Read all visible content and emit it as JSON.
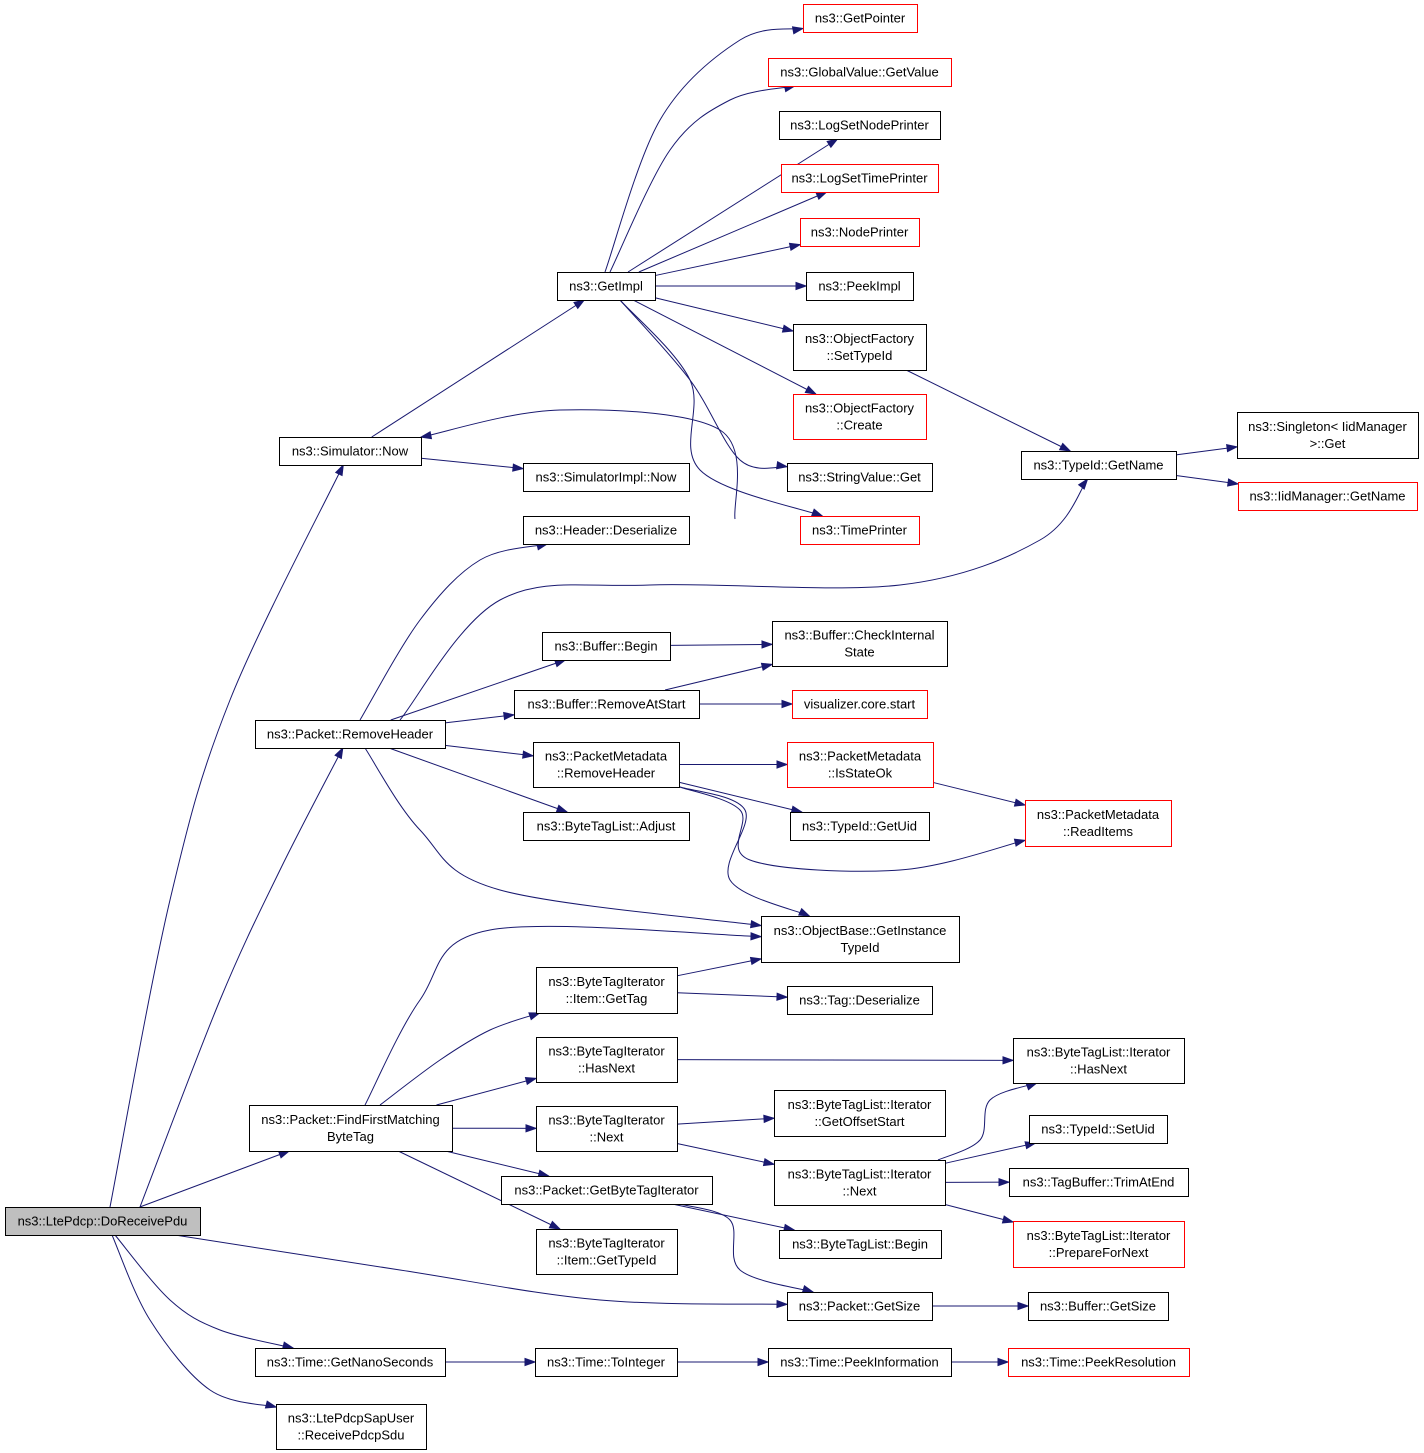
{
  "nodes": [
    {
      "id": "root",
      "lines": [
        "ns3::LtePdcp::DoReceivePdu"
      ],
      "style": "root"
    },
    {
      "id": "sim_now",
      "lines": [
        "ns3::Simulator::Now"
      ],
      "style": "black"
    },
    {
      "id": "pkt_removeheader",
      "lines": [
        "ns3::Packet::RemoveHeader"
      ],
      "style": "black"
    },
    {
      "id": "pkt_findfirst",
      "lines": [
        "ns3::Packet::FindFirstMatching",
        "ByteTag"
      ],
      "style": "black"
    },
    {
      "id": "time_getnano",
      "lines": [
        "ns3::Time::GetNanoSeconds"
      ],
      "style": "black"
    },
    {
      "id": "sapuser_receive",
      "lines": [
        "ns3::LtePdcpSapUser",
        "::ReceivePdcpSdu"
      ],
      "style": "black"
    },
    {
      "id": "getimpl",
      "lines": [
        "ns3::GetImpl"
      ],
      "style": "black"
    },
    {
      "id": "simimpl_now",
      "lines": [
        "ns3::SimulatorImpl::Now"
      ],
      "style": "black"
    },
    {
      "id": "header_deser",
      "lines": [
        "ns3::Header::Deserialize"
      ],
      "style": "black"
    },
    {
      "id": "buffer_begin",
      "lines": [
        "ns3::Buffer::Begin"
      ],
      "style": "black"
    },
    {
      "id": "buffer_removeatstart",
      "lines": [
        "ns3::Buffer::RemoveAtStart"
      ],
      "style": "black"
    },
    {
      "id": "pm_removeheader",
      "lines": [
        "ns3::PacketMetadata",
        "::RemoveHeader"
      ],
      "style": "black"
    },
    {
      "id": "btl_adjust",
      "lines": [
        "ns3::ByteTagList::Adjust"
      ],
      "style": "black"
    },
    {
      "id": "bti_gettag",
      "lines": [
        "ns3::ByteTagIterator",
        "::Item::GetTag"
      ],
      "style": "black"
    },
    {
      "id": "bti_hasnext",
      "lines": [
        "ns3::ByteTagIterator",
        "::HasNext"
      ],
      "style": "black"
    },
    {
      "id": "bti_next",
      "lines": [
        "ns3::ByteTagIterator",
        "::Next"
      ],
      "style": "black"
    },
    {
      "id": "pkt_getbtiter",
      "lines": [
        "ns3::Packet::GetByteTagIterator"
      ],
      "style": "black"
    },
    {
      "id": "bti_gettypeid",
      "lines": [
        "ns3::ByteTagIterator",
        "::Item::GetTypeId"
      ],
      "style": "black"
    },
    {
      "id": "time_tointeger",
      "lines": [
        "ns3::Time::ToInteger"
      ],
      "style": "black"
    },
    {
      "id": "getpointer",
      "lines": [
        "ns3::GetPointer"
      ],
      "style": "red"
    },
    {
      "id": "gv_getvalue",
      "lines": [
        "ns3::GlobalValue::GetValue"
      ],
      "style": "red"
    },
    {
      "id": "logsetnode",
      "lines": [
        "ns3::LogSetNodePrinter"
      ],
      "style": "black"
    },
    {
      "id": "logsettime",
      "lines": [
        "ns3::LogSetTimePrinter"
      ],
      "style": "red"
    },
    {
      "id": "nodeprinter",
      "lines": [
        "ns3::NodePrinter"
      ],
      "style": "red"
    },
    {
      "id": "peekimpl",
      "lines": [
        "ns3::PeekImpl"
      ],
      "style": "black"
    },
    {
      "id": "of_settypeid",
      "lines": [
        "ns3::ObjectFactory",
        "::SetTypeId"
      ],
      "style": "black"
    },
    {
      "id": "of_create",
      "lines": [
        "ns3::ObjectFactory",
        "::Create"
      ],
      "style": "red"
    },
    {
      "id": "sv_get",
      "lines": [
        "ns3::StringValue::Get"
      ],
      "style": "black"
    },
    {
      "id": "timeprinter",
      "lines": [
        "ns3::TimePrinter"
      ],
      "style": "red"
    },
    {
      "id": "buffer_checkinternal",
      "lines": [
        "ns3::Buffer::CheckInternal",
        "State"
      ],
      "style": "black"
    },
    {
      "id": "viz_start",
      "lines": [
        "visualizer.core.start"
      ],
      "style": "red"
    },
    {
      "id": "pm_isstateok",
      "lines": [
        "ns3::PacketMetadata",
        "::IsStateOk"
      ],
      "style": "red"
    },
    {
      "id": "typeid_getuid",
      "lines": [
        "ns3::TypeId::GetUid"
      ],
      "style": "black"
    },
    {
      "id": "ob_getinstance",
      "lines": [
        "ns3::ObjectBase::GetInstance",
        "TypeId"
      ],
      "style": "black"
    },
    {
      "id": "tag_deser",
      "lines": [
        "ns3::Tag::Deserialize"
      ],
      "style": "black"
    },
    {
      "id": "btli_getoffset",
      "lines": [
        "ns3::ByteTagList::Iterator",
        "::GetOffsetStart"
      ],
      "style": "black"
    },
    {
      "id": "btli_next",
      "lines": [
        "ns3::ByteTagList::Iterator",
        "::Next"
      ],
      "style": "black"
    },
    {
      "id": "btl_begin",
      "lines": [
        "ns3::ByteTagList::Begin"
      ],
      "style": "black"
    },
    {
      "id": "pkt_getsize",
      "lines": [
        "ns3::Packet::GetSize"
      ],
      "style": "black"
    },
    {
      "id": "time_peekinfo",
      "lines": [
        "ns3::Time::PeekInformation"
      ],
      "style": "black"
    },
    {
      "id": "typeid_getname",
      "lines": [
        "ns3::TypeId::GetName"
      ],
      "style": "black"
    },
    {
      "id": "pm_readitems",
      "lines": [
        "ns3::PacketMetadata",
        "::ReadItems"
      ],
      "style": "red"
    },
    {
      "id": "btli_hasnext",
      "lines": [
        "ns3::ByteTagList::Iterator",
        "::HasNext"
      ],
      "style": "black"
    },
    {
      "id": "typeid_setuid",
      "lines": [
        "ns3::TypeId::SetUid"
      ],
      "style": "black"
    },
    {
      "id": "tagbuffer_trim",
      "lines": [
        "ns3::TagBuffer::TrimAtEnd"
      ],
      "style": "black"
    },
    {
      "id": "btli_prepare",
      "lines": [
        "ns3::ByteTagList::Iterator",
        "::PrepareForNext"
      ],
      "style": "red"
    },
    {
      "id": "buffer_getsize",
      "lines": [
        "ns3::Buffer::GetSize"
      ],
      "style": "black"
    },
    {
      "id": "time_peekres",
      "lines": [
        "ns3::Time::PeekResolution"
      ],
      "style": "red"
    },
    {
      "id": "singleton_get",
      "lines": [
        "ns3::Singleton< IidManager",
        ">::Get"
      ],
      "style": "black"
    },
    {
      "id": "iid_getname",
      "lines": [
        "ns3::IidManager::GetName"
      ],
      "style": "red"
    }
  ],
  "edges": [
    [
      "root",
      "sim_now"
    ],
    [
      "root",
      "pkt_removeheader"
    ],
    [
      "root",
      "pkt_findfirst"
    ],
    [
      "root",
      "pkt_getsize"
    ],
    [
      "root",
      "time_getnano"
    ],
    [
      "root",
      "sapuser_receive"
    ],
    [
      "sim_now",
      "getimpl"
    ],
    [
      "sim_now",
      "simimpl_now"
    ],
    [
      "getimpl",
      "getpointer"
    ],
    [
      "getimpl",
      "gv_getvalue"
    ],
    [
      "getimpl",
      "logsetnode"
    ],
    [
      "getimpl",
      "logsettime"
    ],
    [
      "getimpl",
      "nodeprinter"
    ],
    [
      "getimpl",
      "peekimpl"
    ],
    [
      "getimpl",
      "of_settypeid"
    ],
    [
      "getimpl",
      "of_create"
    ],
    [
      "getimpl",
      "sv_get"
    ],
    [
      "getimpl",
      "timeprinter"
    ],
    [
      "timeprinter",
      "sim_now"
    ],
    [
      "of_settypeid",
      "typeid_getname"
    ],
    [
      "typeid_getname",
      "singleton_get"
    ],
    [
      "typeid_getname",
      "iid_getname"
    ],
    [
      "pkt_removeheader",
      "header_deser"
    ],
    [
      "pkt_removeheader",
      "typeid_getname"
    ],
    [
      "pkt_removeheader",
      "buffer_begin"
    ],
    [
      "pkt_removeheader",
      "buffer_removeatstart"
    ],
    [
      "pkt_removeheader",
      "pm_removeheader"
    ],
    [
      "pkt_removeheader",
      "btl_adjust"
    ],
    [
      "pkt_removeheader",
      "ob_getinstance"
    ],
    [
      "buffer_begin",
      "buffer_checkinternal"
    ],
    [
      "buffer_removeatstart",
      "buffer_checkinternal"
    ],
    [
      "buffer_removeatstart",
      "viz_start"
    ],
    [
      "pm_removeheader",
      "pm_isstateok"
    ],
    [
      "pm_removeheader",
      "typeid_getuid"
    ],
    [
      "pm_removeheader",
      "pm_readitems"
    ],
    [
      "pm_removeheader",
      "ob_getinstance"
    ],
    [
      "pm_isstateok",
      "pm_readitems"
    ],
    [
      "pkt_findfirst",
      "ob_getinstance"
    ],
    [
      "pkt_findfirst",
      "bti_gettag"
    ],
    [
      "pkt_findfirst",
      "bti_hasnext"
    ],
    [
      "pkt_findfirst",
      "bti_next"
    ],
    [
      "pkt_findfirst",
      "pkt_getbtiter"
    ],
    [
      "pkt_findfirst",
      "bti_gettypeid"
    ],
    [
      "bti_gettag",
      "ob_getinstance"
    ],
    [
      "bti_gettag",
      "tag_deser"
    ],
    [
      "bti_hasnext",
      "btli_hasnext"
    ],
    [
      "bti_next",
      "btli_getoffset"
    ],
    [
      "bti_next",
      "btli_next"
    ],
    [
      "btli_next",
      "btli_hasnext"
    ],
    [
      "btli_next",
      "typeid_setuid"
    ],
    [
      "btli_next",
      "tagbuffer_trim"
    ],
    [
      "btli_next",
      "btli_prepare"
    ],
    [
      "pkt_getbtiter",
      "btl_begin"
    ],
    [
      "pkt_getbtiter",
      "pkt_getsize"
    ],
    [
      "pkt_getsize",
      "buffer_getsize"
    ],
    [
      "time_getnano",
      "time_tointeger"
    ],
    [
      "time_tointeger",
      "time_peekinfo"
    ],
    [
      "time_peekinfo",
      "time_peekres"
    ]
  ]
}
